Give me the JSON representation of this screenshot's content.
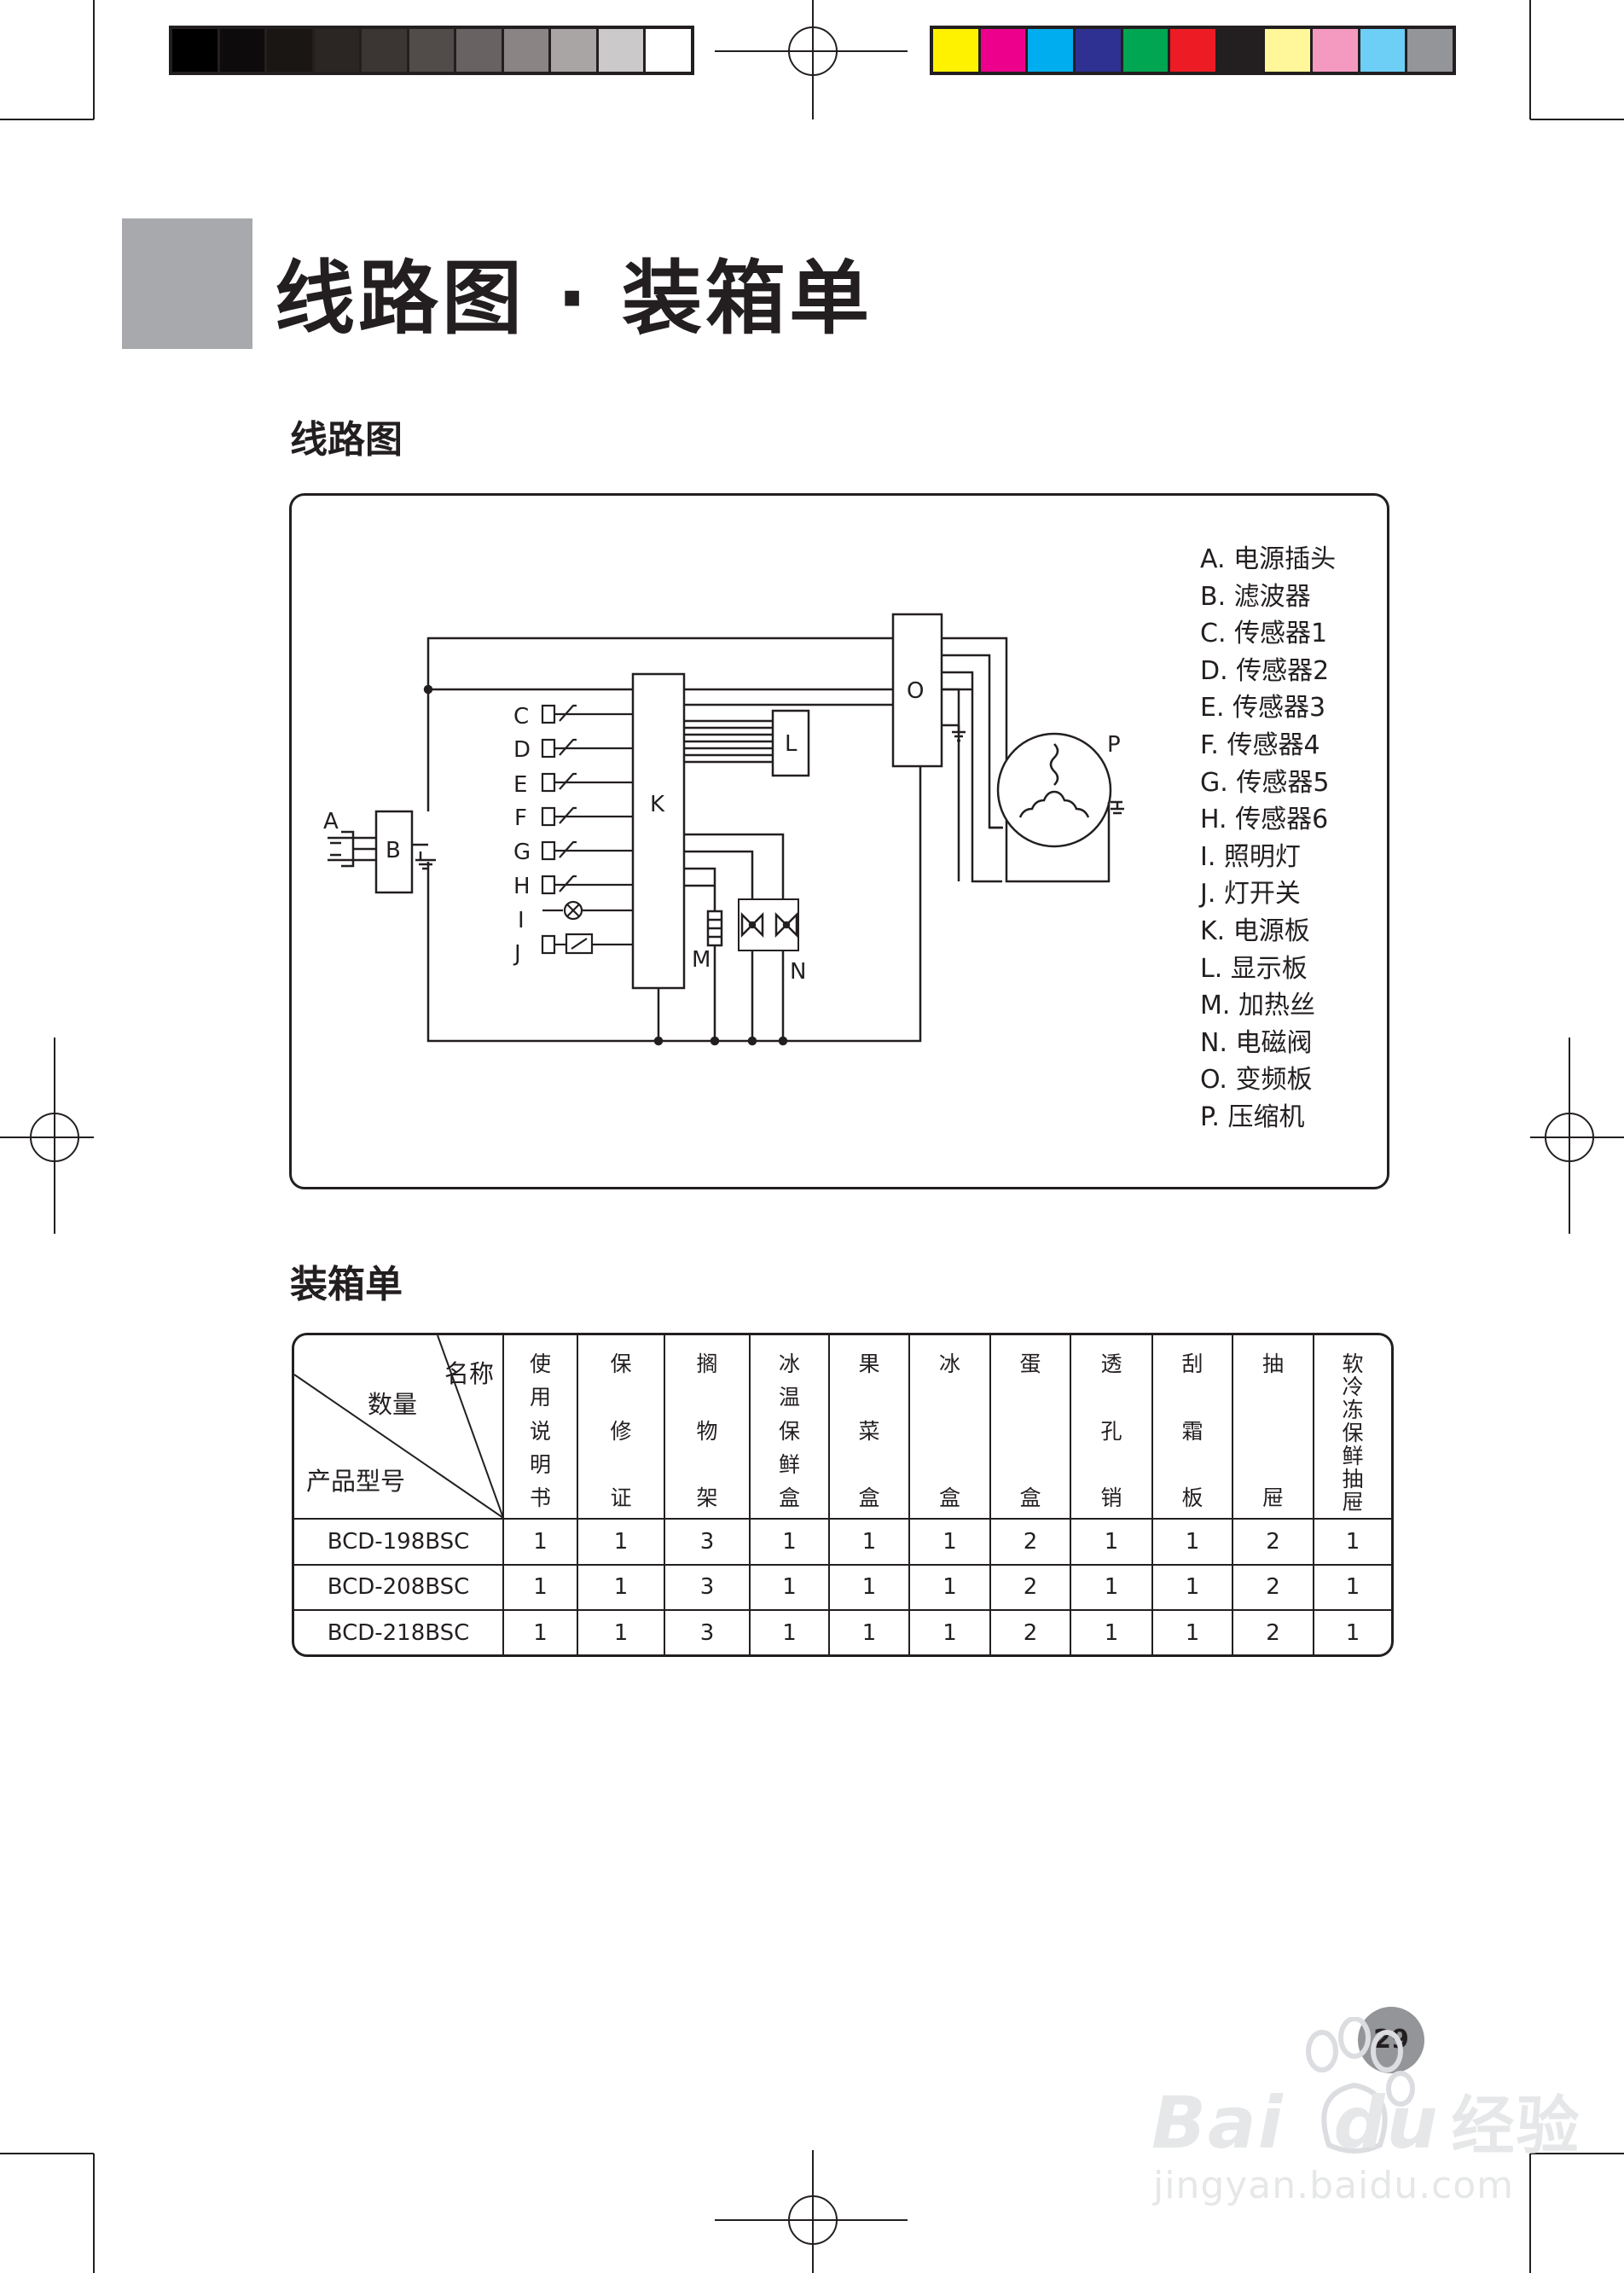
{
  "colors": {
    "gray_bar": [
      "#000000",
      "#0d0b0b",
      "#1a1614",
      "#2b2624",
      "#3b3634",
      "#514b49",
      "#686362",
      "#8a8584",
      "#a8a5a4",
      "#cbc9c9",
      "#ffffff"
    ],
    "color_bar": [
      "#fff200",
      "#ec008c",
      "#00aeef",
      "#2e3192",
      "#00a651",
      "#ed1c24",
      "#231f20",
      "#fff799",
      "#f49ac1",
      "#6dcff6",
      "#939598"
    ],
    "title_block": "#a7a9ac"
  },
  "page": {
    "title": "线路图 · 装箱单",
    "page_number": "29"
  },
  "wiring": {
    "heading": "线路图",
    "nodes": {
      "A": "A",
      "B": "B",
      "C": "C",
      "D": "D",
      "E": "E",
      "F": "F",
      "G": "G",
      "H": "H",
      "I": "I",
      "J": "J",
      "K": "K",
      "L": "L",
      "M": "M",
      "N": "N",
      "O": "O",
      "P": "P"
    },
    "legend": [
      "A. 电源插头",
      "B. 滤波器",
      "C. 传感器1",
      "D. 传感器2",
      "E. 传感器3",
      "F. 传感器4",
      "G. 传感器5",
      "H. 传感器6",
      "I. 照明灯",
      "J. 灯开关",
      "K. 电源板",
      "L. 显示板",
      "M. 加热丝",
      "N. 电磁阀",
      "O. 变频板",
      "P. 压缩机"
    ]
  },
  "packing": {
    "heading": "装箱单",
    "corner": {
      "name": "名称",
      "qty": "数量",
      "model": "产品型号"
    },
    "columns": [
      [
        "使",
        "用",
        "说",
        "明",
        "书"
      ],
      [
        "保",
        "修",
        "证"
      ],
      [
        "搁",
        "物",
        "架"
      ],
      [
        "冰",
        "温",
        "保",
        "鲜",
        "盒"
      ],
      [
        "果",
        "菜",
        "盒"
      ],
      [
        "冰",
        "盒"
      ],
      [
        "蛋",
        "盒"
      ],
      [
        "透",
        "孔",
        "销"
      ],
      [
        "刮",
        "霜",
        "板"
      ],
      [
        "抽",
        "屉"
      ],
      [
        "软",
        "冷",
        "冻",
        "保",
        "鲜",
        "抽",
        "屉"
      ]
    ],
    "rows": [
      {
        "model": "BCD-198BSC",
        "values": [
          "1",
          "1",
          "3",
          "1",
          "1",
          "1",
          "2",
          "1",
          "1",
          "2",
          "1"
        ]
      },
      {
        "model": "BCD-208BSC",
        "values": [
          "1",
          "1",
          "3",
          "1",
          "1",
          "1",
          "2",
          "1",
          "1",
          "2",
          "1"
        ]
      },
      {
        "model": "BCD-218BSC",
        "values": [
          "1",
          "1",
          "3",
          "1",
          "1",
          "1",
          "2",
          "1",
          "1",
          "2",
          "1"
        ]
      }
    ]
  },
  "watermark": {
    "brand": "Bai",
    "brand2": "du",
    "suffix": "经验",
    "url": "jingyan.baidu.com"
  }
}
